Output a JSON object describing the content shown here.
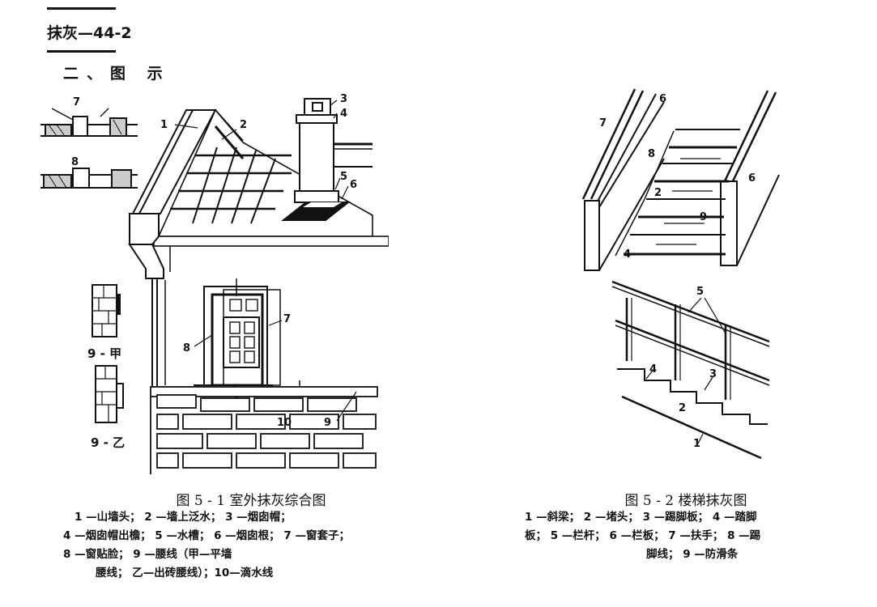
{
  "header": {
    "code": "抹灰—44-2",
    "section": "二、图 示"
  },
  "fig1": {
    "caption": "图 5 - 1 室外抹灰综合图",
    "legend": [
      "1 —山墙头； 2 —墙上泛水； 3 —烟囱帽；",
      "4 —烟囱帽出檐； 5 —水槽； 6 —烟囱根； 7 —窗套子；",
      "8 —窗贴脸； 9 —腰线（甲—平墙",
      "腰线； 乙—出砖腰线）；10—滴水线"
    ],
    "labels": {
      "n1": "1",
      "n2": "2",
      "n3": "3",
      "n4": "4",
      "n5": "5",
      "n6": "6",
      "n7": "7",
      "n8": "8",
      "n9": "9",
      "n10": "10",
      "d7": "7",
      "d8": "8",
      "jia": "9 - 甲",
      "yi": "9 - 乙"
    }
  },
  "fig2": {
    "caption": "图 5 - 2 楼梯抹灰图",
    "legend": [
      "1 —斜梁； 2 —堵头； 3 —踢脚板； 4 —踏脚",
      "板； 5 —栏杆； 6 —栏板； 7 —扶手； 8 —踢",
      "脚线； 9 —防滑条"
    ],
    "labels": {
      "s7": "7",
      "s6a": "6",
      "s8": "8",
      "s6b": "6",
      "s2a": "2",
      "s9": "9",
      "s4a": "4",
      "s5": "5",
      "s4b": "4",
      "s3": "3",
      "s2b": "2",
      "s1": "1"
    }
  }
}
